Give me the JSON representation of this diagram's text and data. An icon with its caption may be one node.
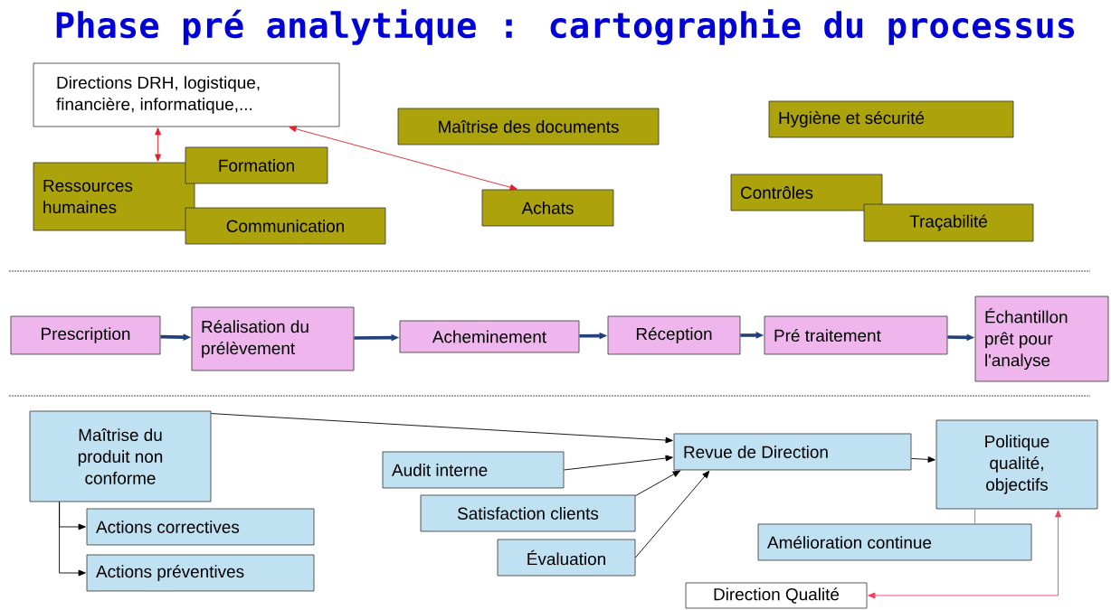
{
  "diagram": {
    "title": "Phase pré analytique : cartographie du processus",
    "nodes": [
      {
        "text": [
          "Directions DRH, logistique, financière, informatique,..."
        ]
      },
      {
        "text": [
          "Maîtrise des documents"
        ]
      },
      {
        "text": [
          "Hygiène et sécurité"
        ]
      },
      {
        "text": [
          "Ressources humaines"
        ]
      },
      {
        "text": [
          "Formation"
        ]
      },
      {
        "text": [
          "Communication"
        ]
      },
      {
        "text": [
          "Achats"
        ]
      },
      {
        "text": [
          "Contrôles"
        ]
      },
      {
        "text": [
          "Traçabilité"
        ]
      },
      {
        "text": [
          "Prescription"
        ]
      },
      {
        "text": [
          "Réalisation du prélèvement"
        ]
      },
      {
        "text": [
          "Acheminement"
        ]
      },
      {
        "text": [
          "Réception"
        ]
      },
      {
        "text": [
          "Pré traitement"
        ]
      },
      {
        "text": [
          "Échantillon prêt pour l'analyse"
        ]
      },
      {
        "text": [
          "Maîtrise du produit non conforme"
        ]
      },
      {
        "text": [
          "Audit interne"
        ]
      },
      {
        "text": [
          "Revue de Direction"
        ]
      },
      {
        "text": [
          "Politique qualité, objectifs"
        ]
      },
      {
        "text": [
          "Satisfaction clients"
        ]
      },
      {
        "text": [
          "Actions correctives"
        ]
      },
      {
        "text": [
          "Amélioration continue"
        ]
      },
      {
        "text": [
          "Évaluation"
        ]
      },
      {
        "text": [
          "Actions préventives"
        ]
      },
      {
        "text": [
          "Direction Qualité"
        ]
      }
    ],
    "edges": [
      {
        "from": 0,
        "to": 3,
        "arrow": "both",
        "color": "#e0202a"
      },
      {
        "from": 0,
        "to": 6,
        "arrow": "both",
        "color": "#e0202a"
      },
      {
        "from": 9,
        "to": 10,
        "arrow": "to",
        "style": "thick",
        "color": "#23407a"
      },
      {
        "from": 10,
        "to": 11,
        "arrow": "to",
        "style": "thick",
        "color": "#23407a"
      },
      {
        "from": 11,
        "to": 12,
        "arrow": "to",
        "style": "thick",
        "color": "#23407a"
      },
      {
        "from": 12,
        "to": 13,
        "arrow": "to",
        "style": "thick",
        "color": "#23407a"
      },
      {
        "from": 13,
        "to": 14,
        "arrow": "to",
        "style": "thick",
        "color": "#23407a"
      },
      {
        "from": 15,
        "to": 20,
        "arrow": "to"
      },
      {
        "from": 15,
        "to": 23,
        "arrow": "to"
      },
      {
        "from": 15,
        "to": 17,
        "arrow": "to"
      },
      {
        "from": 16,
        "to": 17,
        "arrow": "to"
      },
      {
        "from": 19,
        "to": 17,
        "arrow": "to"
      },
      {
        "from": 22,
        "to": 17,
        "arrow": "to"
      },
      {
        "from": 17,
        "to": 18,
        "arrow": "to"
      },
      {
        "from": 21,
        "to": 18,
        "arrow": "none",
        "color": "#808080"
      },
      {
        "from": 24,
        "to": 18,
        "arrow": "both",
        "color": "#f0405a"
      }
    ]
  }
}
